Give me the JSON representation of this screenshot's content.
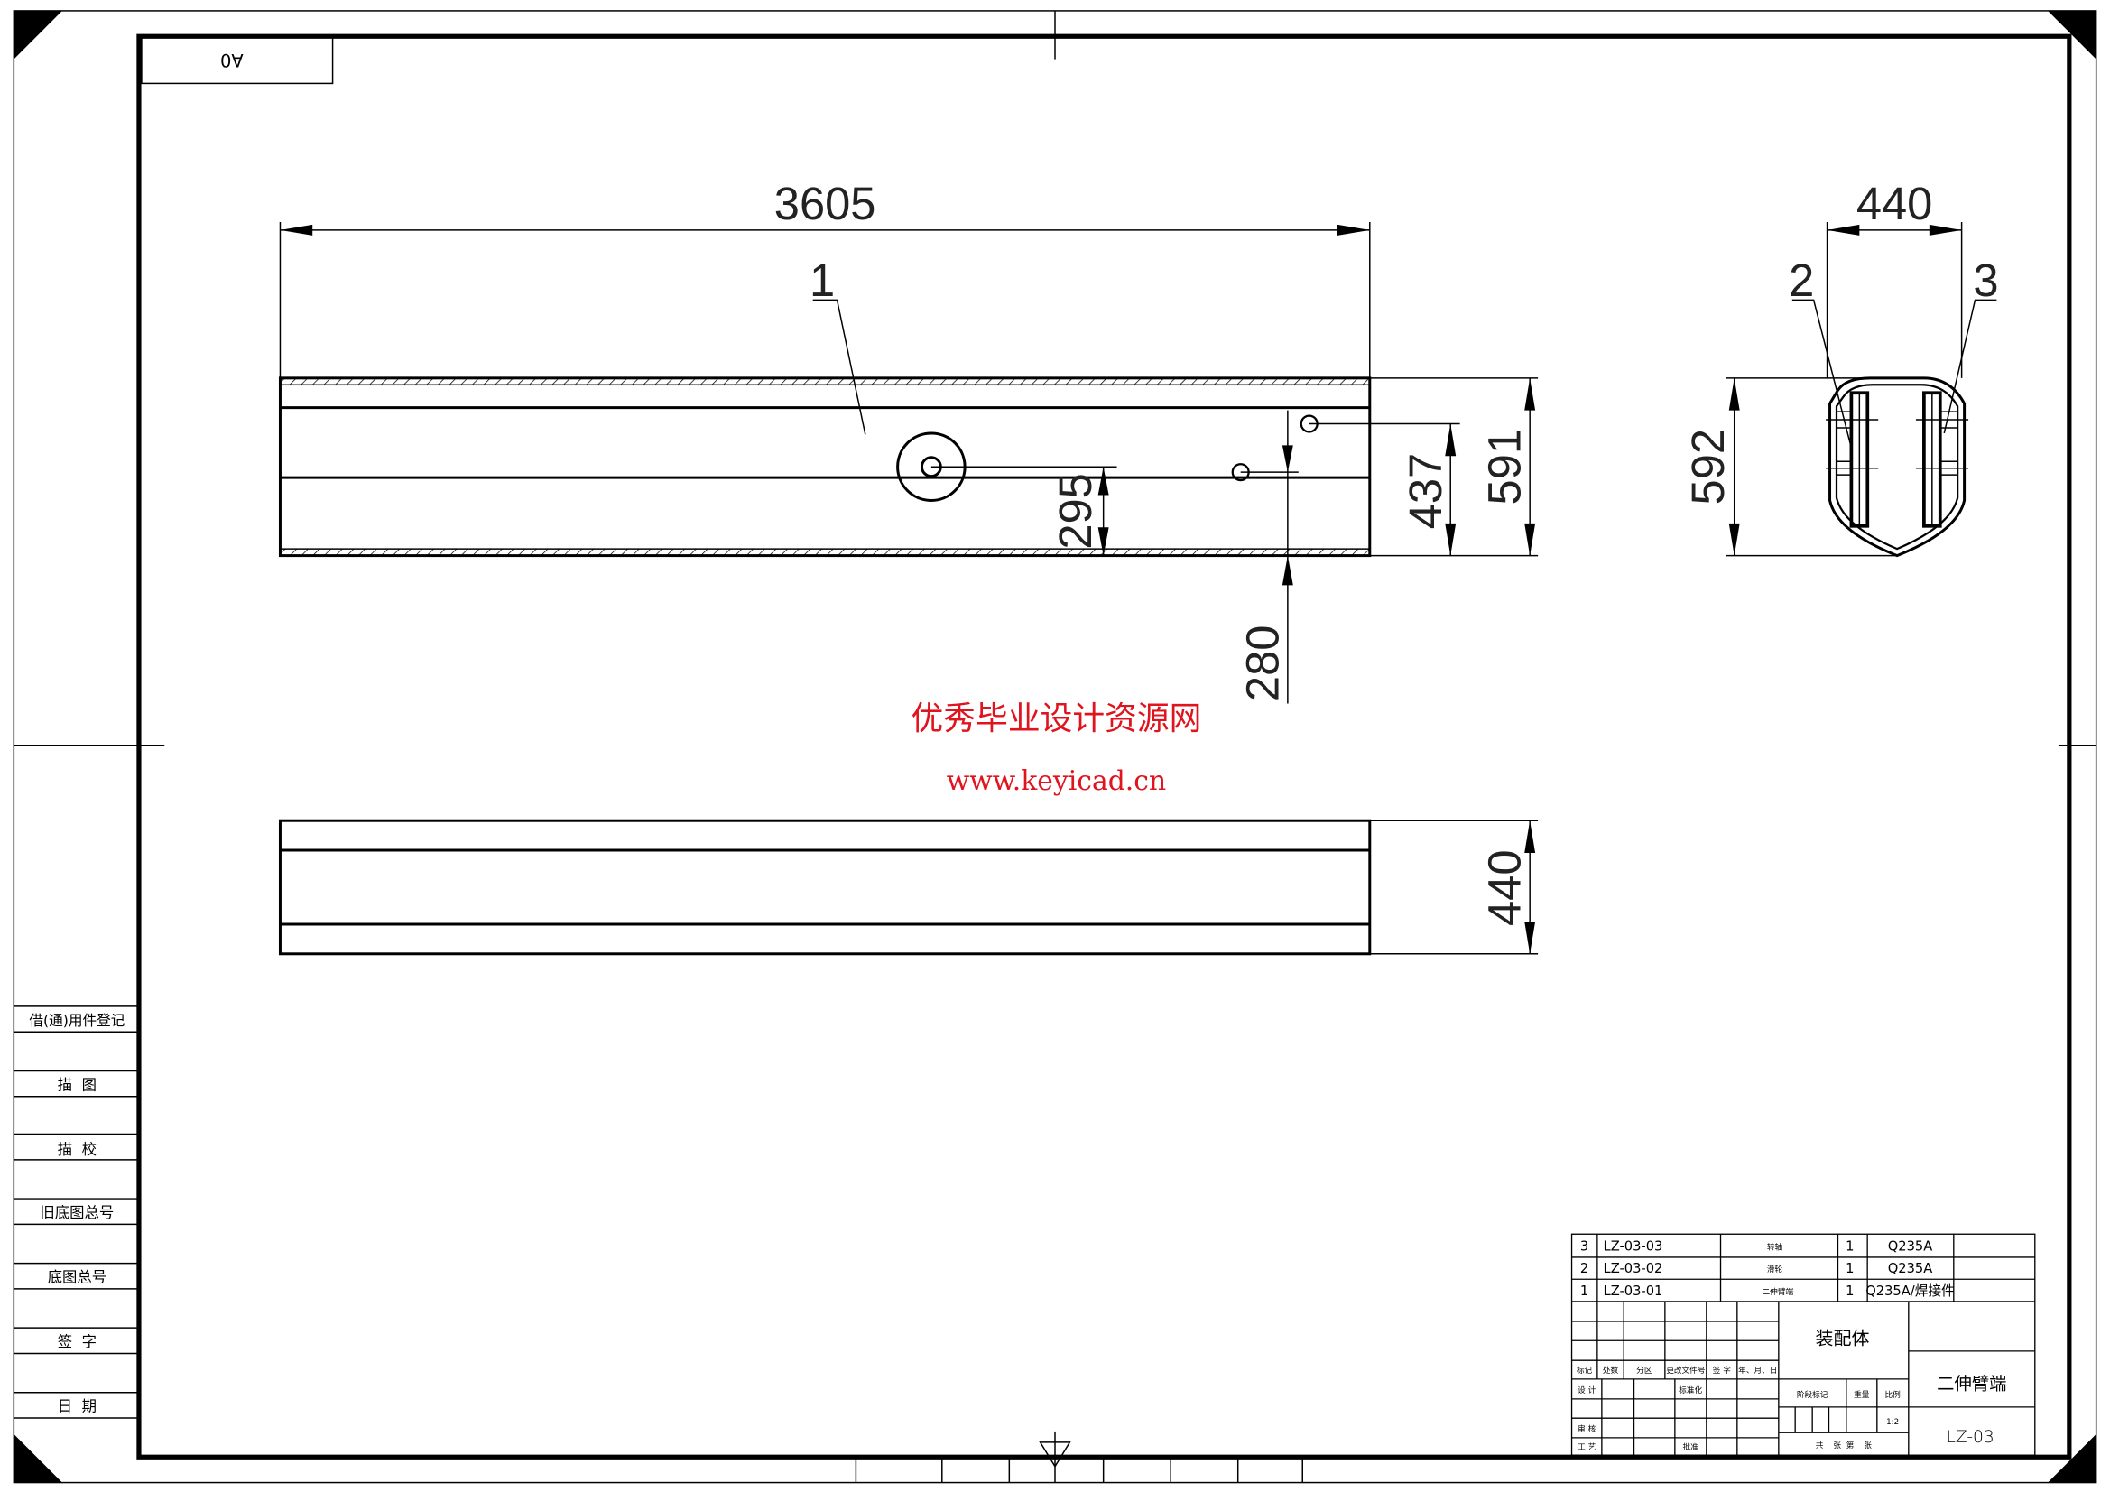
{
  "sheet": {
    "size_label": "A0"
  },
  "front_view": {
    "dim_length": "3605",
    "dim_height": "591",
    "dim_hole_upper": "437",
    "dim_hole_center": "295",
    "dim_hole_lower": "280",
    "balloon_1": "1"
  },
  "side_view": {
    "dim_width": "440",
    "dim_height": "592",
    "balloon_2": "2",
    "balloon_3": "3"
  },
  "top_view": {
    "dim_width": "440"
  },
  "watermark": {
    "title": "优秀毕业设计资源网",
    "url": "www.keyicad.cn",
    "color": "#e0141e"
  },
  "left_strip": {
    "labels": [
      "借(通)用件登记",
      "描  图",
      "描  校",
      "旧底图总号",
      "底图总号",
      "签  字",
      "日  期"
    ]
  },
  "parts_list": [
    {
      "no": "3",
      "code": "LZ-03-03",
      "name": "转轴",
      "qty": "1",
      "material": "Q235A"
    },
    {
      "no": "2",
      "code": "LZ-03-02",
      "name": "滑轮",
      "qty": "1",
      "material": "Q235A"
    },
    {
      "no": "1",
      "code": "LZ-03-01",
      "name": "二伸臂端",
      "qty": "1",
      "material": "Q235A/焊接件"
    }
  ],
  "title_block": {
    "header_labels": [
      "标记",
      "处数",
      "分区",
      "更改文件号",
      "签 字",
      "年、月、日"
    ],
    "design": "设 计",
    "standardize": "标准化",
    "review": "审 核",
    "process": "工 艺",
    "approve": "批准",
    "assembly": "装配体",
    "stage_mark": "阶段标记",
    "weight": "重量",
    "scale_label": "比例",
    "scale": "1:2",
    "sheets": "共    张  第    张",
    "drawing_name": "二伸臂端",
    "drawing_number": "LZ-03"
  }
}
